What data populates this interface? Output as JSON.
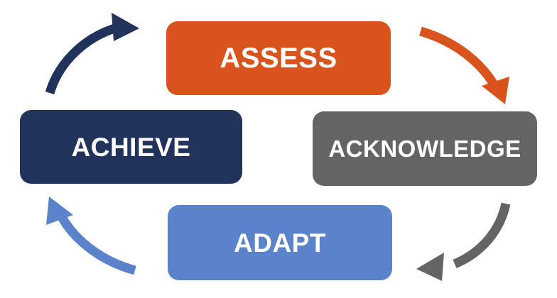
{
  "diagram": {
    "title": "",
    "type": "cycle",
    "direction": "clockwise",
    "background": "#FFFFFF",
    "nodes": [
      {
        "id": "assess",
        "label": "ASSESS",
        "position": "top",
        "color": "#D9531D",
        "text_color": "#FFFFFF"
      },
      {
        "id": "acknowledge",
        "label": "ACKNOWLEDGE",
        "position": "right",
        "color": "#646464",
        "text_color": "#FFFFFF"
      },
      {
        "id": "adapt",
        "label": "ADAPT",
        "position": "bottom",
        "color": "#5B83C9",
        "text_color": "#FFFFFF"
      },
      {
        "id": "achieve",
        "label": "ACHIEVE",
        "position": "left",
        "color": "#21325B",
        "text_color": "#FFFFFF"
      }
    ],
    "arrows": [
      {
        "id": "assess-to-acknowledge",
        "from": "assess",
        "to": "acknowledge",
        "color": "#D9531D",
        "position": "top-right"
      },
      {
        "id": "acknowledge-to-adapt",
        "from": "acknowledge",
        "to": "adapt",
        "color": "#646464",
        "position": "bottom-right"
      },
      {
        "id": "adapt-to-achieve",
        "from": "adapt",
        "to": "achieve",
        "color": "#5B83C9",
        "position": "bottom-left"
      },
      {
        "id": "achieve-to-assess",
        "from": "achieve",
        "to": "assess",
        "color": "#21325B",
        "position": "top-left"
      }
    ]
  }
}
